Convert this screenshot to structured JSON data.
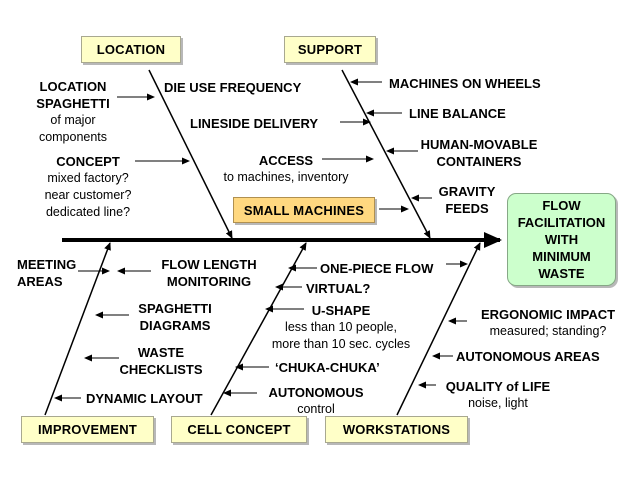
{
  "effect": {
    "lines": [
      "FLOW",
      "FACILITATION",
      "WITH",
      "MINIMUM",
      "WASTE"
    ]
  },
  "categories": {
    "location": "LOCATION",
    "support": "SUPPORT",
    "improvement": "IMPROVEMENT",
    "cell_concept": "CELL CONCEPT",
    "workstations": "WORKSTATIONS",
    "small_machines": "SMALL MACHINES"
  },
  "causes": {
    "location_spaghetti": {
      "title1": "LOCATION",
      "title2": "SPAGHETTI",
      "sub1": "of major",
      "sub2": "components"
    },
    "concept": {
      "title": "CONCEPT",
      "sub1": "mixed factory?",
      "sub2": "near customer?",
      "sub3": "dedicated line?"
    },
    "die_use_frequency": "DIE USE FREQUENCY",
    "lineside_delivery": "LINESIDE DELIVERY",
    "access": {
      "title": "ACCESS",
      "sub": "to machines, inventory"
    },
    "machines_on_wheels": "MACHINES ON WHEELS",
    "line_balance": "LINE BALANCE",
    "human_movable": {
      "line1": "HUMAN-MOVABLE",
      "line2": "CONTAINERS"
    },
    "gravity_feeds": {
      "line1": "GRAVITY",
      "line2": "FEEDS"
    },
    "meeting_areas": {
      "line1": "MEETING",
      "line2": "AREAS"
    },
    "flow_length": {
      "line1": "FLOW LENGTH",
      "line2": "MONITORING"
    },
    "spaghetti_diagrams": {
      "line1": "SPAGHETTI",
      "line2": "DIAGRAMS"
    },
    "waste_checklists": {
      "line1": "WASTE",
      "line2": "CHECKLISTS"
    },
    "dynamic_layout": "DYNAMIC LAYOUT",
    "one_piece_flow": "ONE-PIECE FLOW",
    "virtual": "VIRTUAL?",
    "u_shape": {
      "title": "U-SHAPE",
      "sub1": "less than 10 people,",
      "sub2": "more than 10 sec. cycles"
    },
    "chuka": "‘CHUKA-CHUKA’",
    "autonomous": {
      "title": "AUTONOMOUS",
      "sub": "control"
    },
    "ergonomic": {
      "title": "ERGONOMIC IMPACT",
      "sub": "measured; standing?"
    },
    "autonomous_areas": "AUTONOMOUS AREAS",
    "quality_of_life": {
      "title": "QUALITY of LIFE",
      "sub": "noise, light"
    }
  },
  "colors": {
    "category_fill": "#ffffc8",
    "small_machines_fill": "#ffd880",
    "effect_fill": "#ccffcc",
    "lines": "#000000"
  }
}
